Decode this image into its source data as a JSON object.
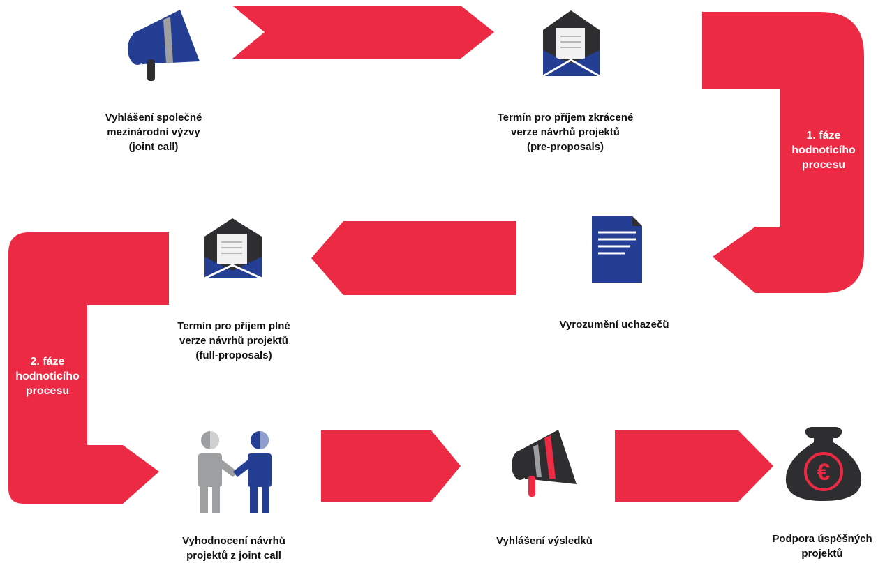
{
  "colors": {
    "arrow_red": "#ec2a43",
    "icon_blue": "#243e94",
    "icon_dark": "#2e2e30",
    "icon_grey": "#9e9fa1",
    "label_text": "#111111",
    "phase_text": "#ffffff"
  },
  "steps": [
    {
      "id": "joint-call",
      "icon": "megaphone-blue-icon",
      "label_lines": [
        "Vyhlášení společné",
        "mezinárodní výzvy",
        "(joint call)"
      ]
    },
    {
      "id": "pre-proposals",
      "icon": "envelope-blue-icon",
      "label_lines": [
        "Termín pro příjem zkrácené",
        "verze návrhů projektů",
        "(pre-proposals)"
      ]
    },
    {
      "id": "applicant-notification",
      "icon": "document-icon",
      "label_lines": [
        "Vyrozumění uchazečů"
      ]
    },
    {
      "id": "full-proposals",
      "icon": "envelope-blue-icon",
      "label_lines": [
        "Termín pro příjem plné",
        "verze návrhů projektů",
        "(full-proposals)"
      ]
    },
    {
      "id": "evaluation",
      "icon": "handshake-icon",
      "label_lines": [
        "Vyhodnocení návrhů",
        "projektů z joint call"
      ]
    },
    {
      "id": "results",
      "icon": "megaphone-dark-icon",
      "label_lines": [
        "Vyhlášení výsledků"
      ]
    },
    {
      "id": "funding",
      "icon": "money-bag-euro-icon",
      "label_lines": [
        "Podpora úspěšných",
        "projektů"
      ]
    }
  ],
  "phases": [
    {
      "id": "phase-1",
      "label_lines": [
        "1. fáze",
        "hodnoticího",
        "procesu"
      ]
    },
    {
      "id": "phase-2",
      "label_lines": [
        "2. fáze",
        "hodnoticího",
        "procesu"
      ]
    }
  ]
}
